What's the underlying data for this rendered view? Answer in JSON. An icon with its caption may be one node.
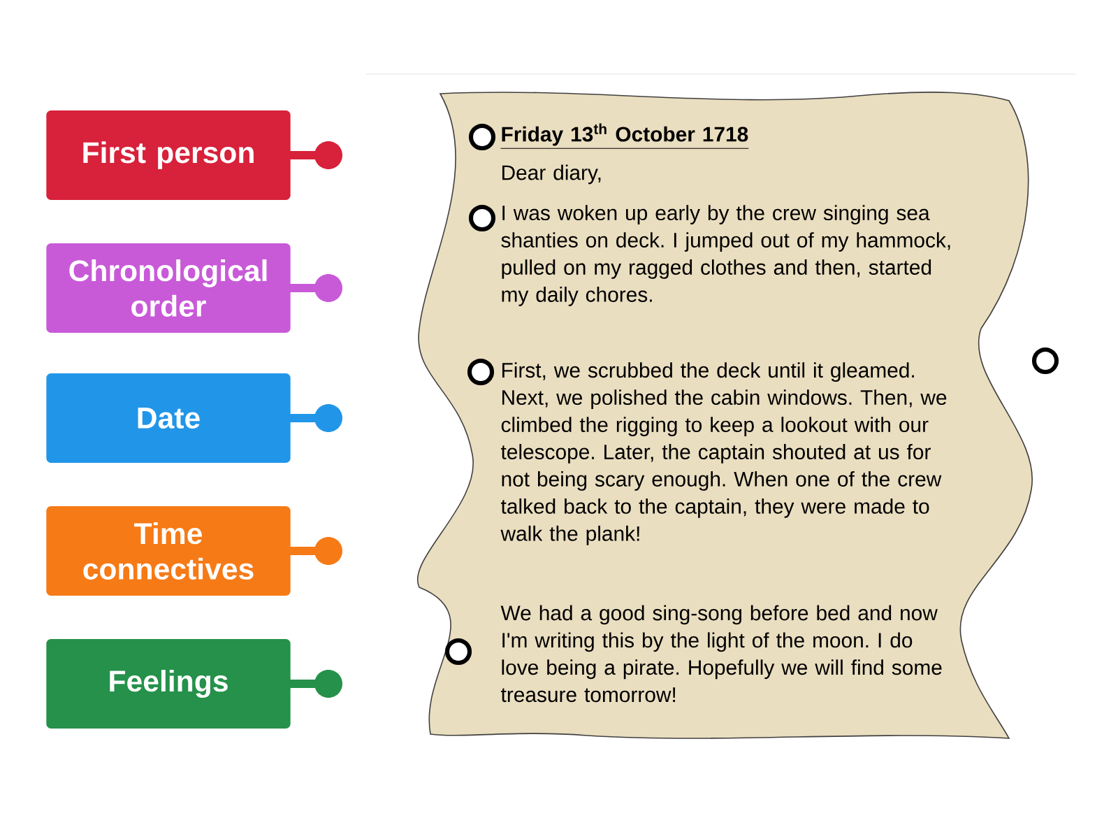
{
  "diagram": {
    "nodes": [
      {
        "text": [
          "First person"
        ]
      },
      {
        "text": [
          "Chronological order"
        ]
      },
      {
        "text": [
          "Date"
        ]
      },
      {
        "text": [
          "Time connectives"
        ]
      },
      {
        "text": [
          "Feelings"
        ]
      },
      {
        "text": [
          "Friday 13$^{th}$ October 1718",
          "Dear diary,",
          "I was woken up early by the crew singing sea shanties on deck. I jumped out of my hammock, pulled on my ragged clothes and then, started my daily chores.",
          "First, we scrubbed the deck until it gleamed. Next, we polished the cabin windows. Then, we climbed the rigging to keep a lookout with our telescope. Later, the captain shouted at us for not being scary enough. When one of the crew talked back to the captain, they were made to walk the plank!",
          "We had a good sing-song before bed and now I'm writing this by the light of the moon. I do love being a pirate. Hopefully we will find some treasure tomorrow!"
        ]
      },
      {
        "text": [],
        "shape": "circle",
        "in": 5
      },
      {
        "text": [],
        "shape": "circle",
        "in": 5
      },
      {
        "text": [],
        "shape": "circle"
      },
      {
        "text": [],
        "shape": "circle",
        "in": 5
      },
      {
        "text": [],
        "shape": "circle",
        "in": 5
      }
    ]
  }
}
